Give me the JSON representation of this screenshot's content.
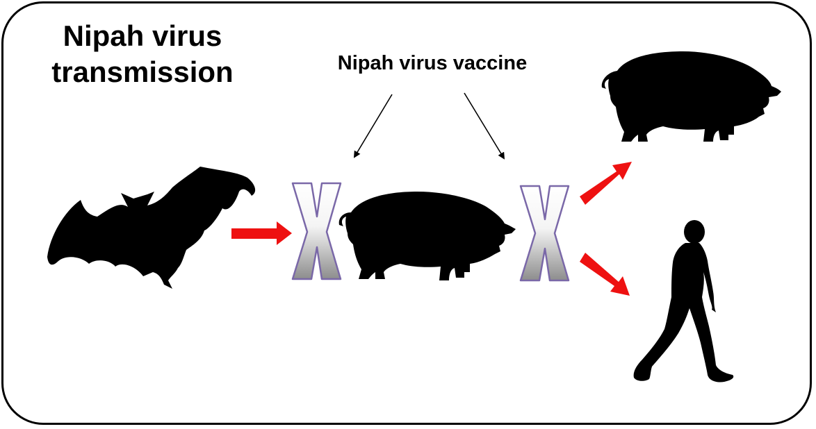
{
  "title": {
    "line1": "Nipah virus",
    "line2": "transmission"
  },
  "vaccine_label": "Nipah virus vaccine",
  "nodes": [
    {
      "id": "bat",
      "icon": "bat-icon"
    },
    {
      "id": "pig-intermediate",
      "icon": "pig-icon"
    },
    {
      "id": "pig-target",
      "icon": "pig-icon"
    },
    {
      "id": "human",
      "icon": "human-icon"
    }
  ],
  "blocks": [
    {
      "id": "block-1",
      "icon": "x-block-icon"
    },
    {
      "id": "block-2",
      "icon": "x-block-icon"
    }
  ],
  "colors": {
    "arrow": "#ee1111",
    "silhouette": "#000000",
    "x_outline": "#7a68a8",
    "x_fill_light": "#ffffff",
    "x_fill_dark": "#8d8d8d"
  }
}
